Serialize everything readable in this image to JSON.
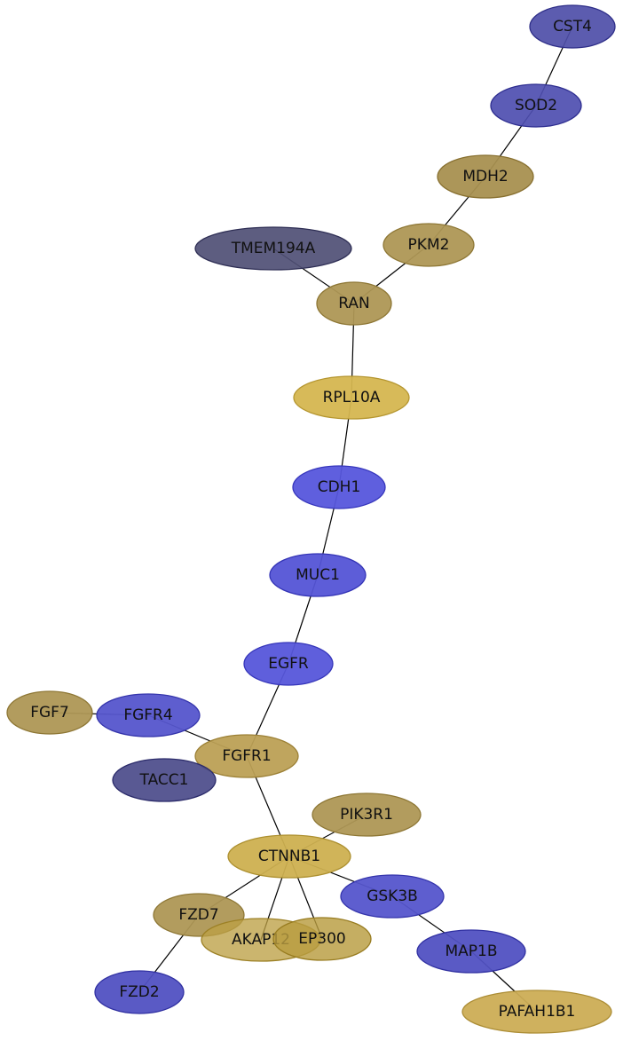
{
  "nodes": [
    {
      "id": "CST4",
      "label": "CST4",
      "fill": "#4e4ea8",
      "stroke": "#2e2e88",
      "opacity": 0.92
    },
    {
      "id": "SOD2",
      "label": "SOD2",
      "fill": "#4e4eb0",
      "stroke": "#2e2e90",
      "opacity": 0.92
    },
    {
      "id": "MDH2",
      "label": "MDH2",
      "fill": "#a89050",
      "stroke": "#887030",
      "opacity": 0.95
    },
    {
      "id": "PKM2",
      "label": "PKM2",
      "fill": "#ae9755",
      "stroke": "#8e7735",
      "opacity": 0.95
    },
    {
      "id": "TMEM194A",
      "label": "TMEM194A",
      "fill": "#4f4f75",
      "stroke": "#2f2f55",
      "opacity": 0.92
    },
    {
      "id": "RAN",
      "label": "RAN",
      "fill": "#ae9755",
      "stroke": "#8e7735",
      "opacity": 0.95
    },
    {
      "id": "RPL10A",
      "label": "RPL10A",
      "fill": "#d5b650",
      "stroke": "#b59630",
      "opacity": 0.95
    },
    {
      "id": "CDH1",
      "label": "CDH1",
      "fill": "#5656dc",
      "stroke": "#3636bc",
      "opacity": 0.95
    },
    {
      "id": "MUC1",
      "label": "MUC1",
      "fill": "#5454d6",
      "stroke": "#3434b6",
      "opacity": 0.95
    },
    {
      "id": "EGFR",
      "label": "EGFR",
      "fill": "#5656da",
      "stroke": "#3636ba",
      "opacity": 0.95
    },
    {
      "id": "FGF7",
      "label": "FGF7",
      "fill": "#ae9755",
      "stroke": "#8e7735",
      "opacity": 0.95
    },
    {
      "id": "FGFR4",
      "label": "FGFR4",
      "fill": "#5555cc",
      "stroke": "#3535ac",
      "opacity": 0.95
    },
    {
      "id": "FGFR1",
      "label": "FGFR1",
      "fill": "#bca055",
      "stroke": "#9c8035",
      "opacity": 0.95
    },
    {
      "id": "TACC1",
      "label": "TACC1",
      "fill": "#4b4b8a",
      "stroke": "#2b2b6a",
      "opacity": 0.92
    },
    {
      "id": "PIK3R1",
      "label": "PIK3R1",
      "fill": "#ae9755",
      "stroke": "#8e7735",
      "opacity": 0.95
    },
    {
      "id": "CTNNB1",
      "label": "CTNNB1",
      "fill": "#cdb050",
      "stroke": "#ad9030",
      "opacity": 0.95
    },
    {
      "id": "GSK3B",
      "label": "GSK3B",
      "fill": "#5555cc",
      "stroke": "#3535ac",
      "opacity": 0.95
    },
    {
      "id": "FZD7",
      "label": "FZD7",
      "fill": "#ae9755",
      "stroke": "#8e7735",
      "opacity": 0.95
    },
    {
      "id": "AKAP12",
      "label": "AKAP12",
      "fill": "#bca045",
      "stroke": "#9c8025",
      "opacity": 0.78
    },
    {
      "id": "EP300",
      "label": "EP300",
      "fill": "#b89c40",
      "stroke": "#987c20",
      "opacity": 0.82
    },
    {
      "id": "MAP1B",
      "label": "MAP1B",
      "fill": "#5151c2",
      "stroke": "#3131a2",
      "opacity": 0.95
    },
    {
      "id": "FZD2",
      "label": "FZD2",
      "fill": "#5151c2",
      "stroke": "#3131a2",
      "opacity": 0.95
    },
    {
      "id": "PAFAH1B1",
      "label": "PAFAH1B1",
      "fill": "#ccad55",
      "stroke": "#ac8d35",
      "opacity": 0.95
    }
  ],
  "edges": [
    [
      "CST4",
      "SOD2"
    ],
    [
      "SOD2",
      "MDH2"
    ],
    [
      "MDH2",
      "PKM2"
    ],
    [
      "PKM2",
      "RAN"
    ],
    [
      "TMEM194A",
      "RAN"
    ],
    [
      "RAN",
      "RPL10A"
    ],
    [
      "RPL10A",
      "CDH1"
    ],
    [
      "CDH1",
      "MUC1"
    ],
    [
      "MUC1",
      "EGFR"
    ],
    [
      "EGFR",
      "FGFR1"
    ],
    [
      "FGF7",
      "FGFR4"
    ],
    [
      "FGFR4",
      "FGFR1"
    ],
    [
      "FGFR1",
      "CTNNB1"
    ],
    [
      "PIK3R1",
      "CTNNB1"
    ],
    [
      "CTNNB1",
      "GSK3B"
    ],
    [
      "CTNNB1",
      "FZD7"
    ],
    [
      "CTNNB1",
      "AKAP12"
    ],
    [
      "CTNNB1",
      "EP300"
    ],
    [
      "GSK3B",
      "MAP1B"
    ],
    [
      "FZD7",
      "FZD2"
    ],
    [
      "MAP1B",
      "PAFAH1B1"
    ]
  ]
}
